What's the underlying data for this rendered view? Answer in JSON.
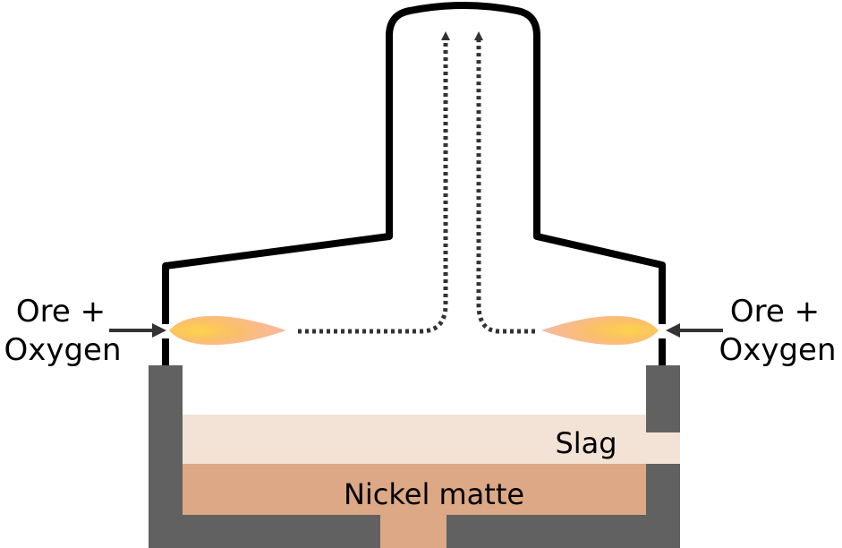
{
  "labels": {
    "left_inlet_line1": "Ore +",
    "left_inlet_line2": "Oxygen",
    "right_inlet_line1": "Ore +",
    "right_inlet_line2": "Oxygen",
    "slag": "Slag",
    "matte": "Nickel matte"
  },
  "colors": {
    "furnace_outline": "#000000",
    "hearth_wall": "#616161",
    "slag_layer": "#f3e3d6",
    "matte_layer": "#dca885",
    "flame_outer": "#f5b8a8",
    "flame_inner": "#fbc75a",
    "gas_path": "#333333"
  }
}
